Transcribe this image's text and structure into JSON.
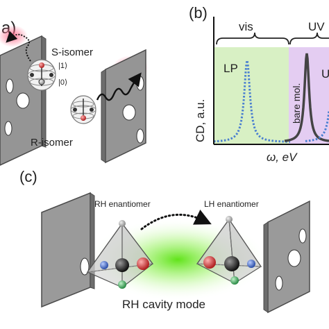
{
  "panel_a": {
    "label": "a)",
    "s_isomer_label": "S-isomer",
    "ket_1": "|1⟩",
    "ket_0": "|0⟩",
    "r_isomer_label": "R-isomer"
  },
  "panel_b": {
    "label": "(b)",
    "region_vis_label": "vis",
    "region_uv_label": "UV",
    "y_axis_label": "CD, a.u.",
    "x_axis_label": "ω, eV",
    "lp_label": "LP",
    "bare_mol_label": "bare mol.",
    "up_label": "U"
  },
  "panel_c": {
    "label": "(c)",
    "rh_enantiomer_label": "RH enantiomer",
    "lh_enantiomer_label": "LH enantiomer",
    "cavity_mode_label": "RH cavity mode"
  },
  "colors": {
    "vis_region": "#d8f0c4",
    "uv_region": "#e4cdf2",
    "lp_curve": "#4a7fd0",
    "bare_curve": "#444444",
    "cavity_glow": "#55e000",
    "mirror": "#8c8c8c",
    "red_atom": "#d23b3b",
    "blue_atom": "#3f6fc8",
    "green_atom": "#3fae5a",
    "black_atom": "#2b2b2b"
  },
  "icons": {
    "curved_arrow": "dotted-curved-arrow",
    "wavy_photon": "wavy-photon-arrow"
  }
}
